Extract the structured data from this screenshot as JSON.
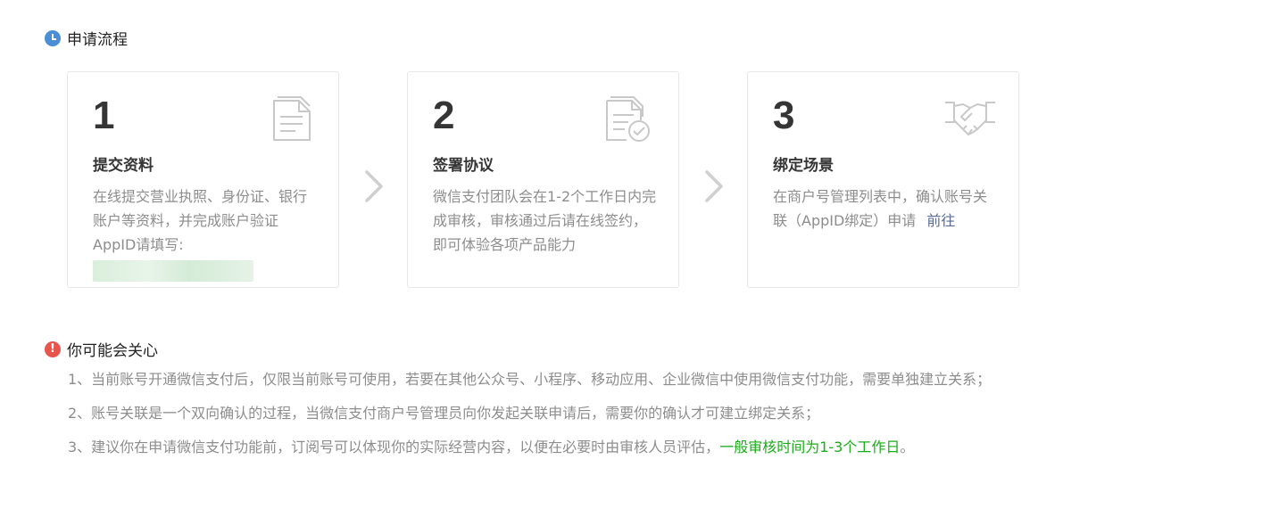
{
  "process": {
    "title": "申请流程",
    "steps": [
      {
        "num": "1",
        "title": "提交资料",
        "desc": "在线提交营业执照、身份证、银行账户等资料，并完成账户验证",
        "extra": "AppID请填写:",
        "icon": "document-icon"
      },
      {
        "num": "2",
        "title": "签署协议",
        "desc": "微信支付团队会在1-2个工作日内完成审核，审核通过后请在线签约，即可体验各项产品能力",
        "icon": "document-check-icon"
      },
      {
        "num": "3",
        "title": "绑定场景",
        "desc": "在商户号管理列表中，确认账号关联（AppID绑定）申请",
        "link": "前往",
        "icon": "handshake-icon"
      }
    ]
  },
  "concerns": {
    "title": "你可能会关心",
    "items": [
      "1、当前账号开通微信支付后，仅限当前账号可使用，若要在其他公众号、小程序、移动应用、企业微信中使用微信支付功能，需要单独建立关系；",
      "2、账号关联是一个双向确认的过程，当微信支付商户号管理员向你发起关联申请后，需要你的确认才可建立绑定关系；"
    ],
    "item3_prefix": "3、建议你在申请微信支付功能前，订阅号可以体现你的实际经营内容，以便在必要时由审核人员评估，",
    "item3_highlight": "一般审核时间为1-3个工作日",
    "item3_suffix": "。"
  },
  "colors": {
    "link": "#576b95",
    "highlight": "#1aad19",
    "clock_icon": "#4a8fd6",
    "alert_icon": "#e8544c"
  }
}
